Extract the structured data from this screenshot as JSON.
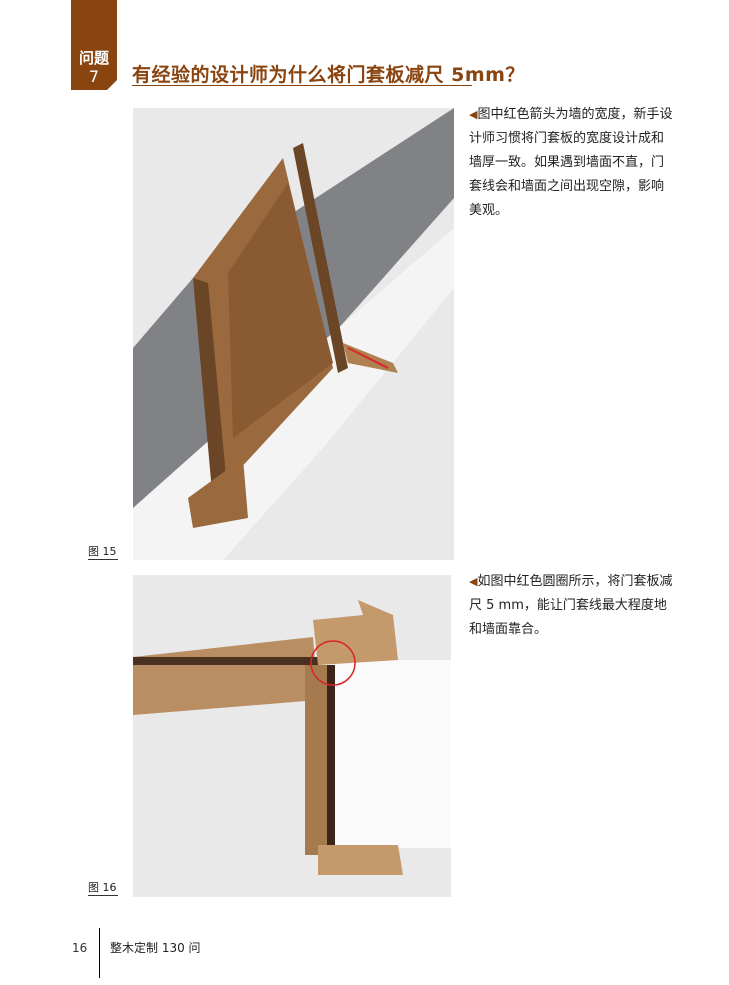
{
  "header": {
    "question_label": "问题",
    "question_number": "7",
    "title": "有经验的设计师为什么将门套板减尺 5mm？"
  },
  "figures": [
    {
      "label": "图 15",
      "caption": "图中红色箭头为墙的宽度，新手设计师习惯将门套板的宽度设计成和墙厚一致。如果遇到墙面不直，门套线会和墙面之间出现空隙，影响美观。"
    },
    {
      "label": "图 16",
      "caption": "如图中红色圆圈所示，将门套板减尺 5 mm，能让门套线最大程度地和墙面靠合。"
    }
  ],
  "footer": {
    "page_number": "16",
    "book_title": "整木定制 130 问"
  },
  "colors": {
    "accent": "#8a4410",
    "annotation": "#d8262b"
  }
}
